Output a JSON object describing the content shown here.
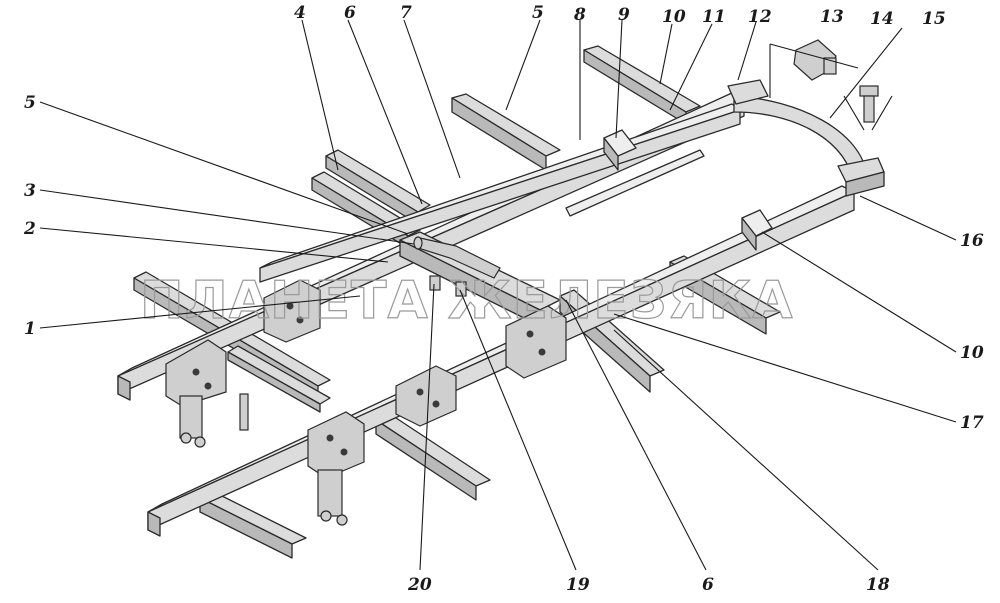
{
  "watermark": "ПЛАНЕТА ЖЕЛЕЗЯКА",
  "callouts": [
    "1",
    "2",
    "3",
    "4",
    "5",
    "6",
    "7",
    "5",
    "8",
    "9",
    "10",
    "11",
    "12",
    "13",
    "14",
    "15",
    "16",
    "10",
    "17",
    "18",
    "6",
    "19",
    "20"
  ]
}
